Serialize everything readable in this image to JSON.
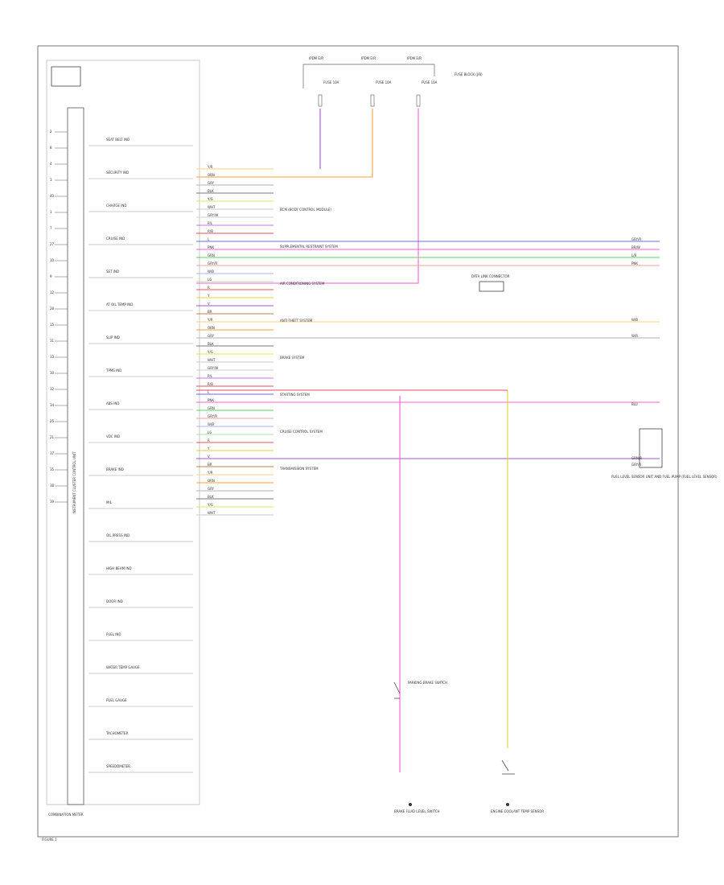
{
  "figure_label": "FIGURE 1",
  "cluster": {
    "title": "COMBINATION METER",
    "vertical_label": "INSTRUMENT CLUSTER CONTROL UNIT",
    "pins": [
      "2",
      "8",
      "4",
      "3",
      "40",
      "1",
      "7",
      "27",
      "10",
      "9",
      "12",
      "28",
      "15",
      "31",
      "33",
      "30",
      "32",
      "34",
      "25",
      "21",
      "37",
      "35",
      "38",
      "39"
    ],
    "indicators": [
      "SEAT BELT IND",
      "SECURITY IND",
      "CHARGE IND",
      "CRUISE IND",
      "SET IND",
      "AT OIL TEMP IND",
      "SLIP IND",
      "TPMS IND",
      "ABS IND",
      "VDC IND",
      "BRAKE IND",
      "MIL",
      "OIL PRESS IND",
      "HIGH BEAM IND",
      "DOOR IND",
      "FUEL IND",
      "WATER TEMP GAUGE",
      "FUEL GAUGE",
      "TACHOMETER",
      "SPEEDOMETER"
    ]
  },
  "top_components": [
    {
      "name": "IPDM E/R",
      "fuse": "FUSE 10A"
    },
    {
      "name": "IPDM E/R",
      "fuse": "FUSE 10A"
    },
    {
      "name": "IPDM E/R",
      "fuse": "FUSE 10A"
    }
  ],
  "fuse_note": "FUSE BLOCK (J/B)",
  "harness": {
    "wires": [
      {
        "label": "Y/R",
        "color": "#ffd27f"
      },
      {
        "label": "ORN",
        "color": "#ff9e3b"
      },
      {
        "label": "GRY",
        "color": "#b0b0b0"
      },
      {
        "label": "BLK",
        "color": "#7a7a7a"
      },
      {
        "label": "Y/G",
        "color": "#dde850"
      },
      {
        "label": "WHT",
        "color": "#c8c8c8"
      },
      {
        "label": "GRY/W",
        "color": "#cfcfcf"
      },
      {
        "label": "P/L",
        "color": "#c875e8"
      },
      {
        "label": "R/B",
        "color": "#e05060"
      },
      {
        "label": "L",
        "color": "#6a6af0"
      },
      {
        "label": "PNK",
        "color": "#ff5cd8"
      },
      {
        "label": "GRN",
        "color": "#5cd05c"
      },
      {
        "label": "GRY/R",
        "color": "#f0a0a0"
      },
      {
        "label": "W/B",
        "color": "#b0b0e8"
      },
      {
        "label": "LG",
        "color": "#a0e8a0"
      },
      {
        "label": "R",
        "color": "#f05050"
      },
      {
        "label": "Y",
        "color": "#e8d030"
      },
      {
        "label": "V",
        "color": "#a050e0"
      },
      {
        "label": "BR",
        "color": "#c08040"
      }
    ],
    "systems": [
      "BCM (BODY CONTROL MODULE)",
      "SUPPLEMENTAL RESTRAINT SYSTEM",
      "AIR CONDITIONING SYSTEM",
      "ANTI-THEFT SYSTEM",
      "BRAKE SYSTEM",
      "STARTING SYSTEM",
      "CRUISE CONTROL SYSTEM",
      "TRANSMISSION SYSTEM"
    ],
    "right_labels": [
      "GRY/R",
      "BR/W",
      "L/R",
      "PNK",
      "W/B",
      "W/R",
      "BLU",
      "GRN/R",
      "GRY/R"
    ],
    "connector": "DATA LINK CONNECTOR"
  },
  "bottom_right": {
    "sender": "FUEL LEVEL SENSOR UNIT AND FUEL PUMP (FUEL LEVEL SENSOR)",
    "switch1": "PARKING BRAKE SWITCH",
    "ground1": "BRAKE FLUID LEVEL SWITCH",
    "ground2": "ENGINE COOLANT TEMP SENSOR"
  },
  "colors": {
    "frame": "#777777",
    "ink": "#333333",
    "purple": "#a050e0",
    "orange": "#ff9e3b",
    "pink": "#ff5cd8",
    "green": "#5cd05c",
    "red": "#e05060",
    "blue": "#6a6af0",
    "yellow": "#e8d030",
    "gray": "#bdbdbd"
  }
}
